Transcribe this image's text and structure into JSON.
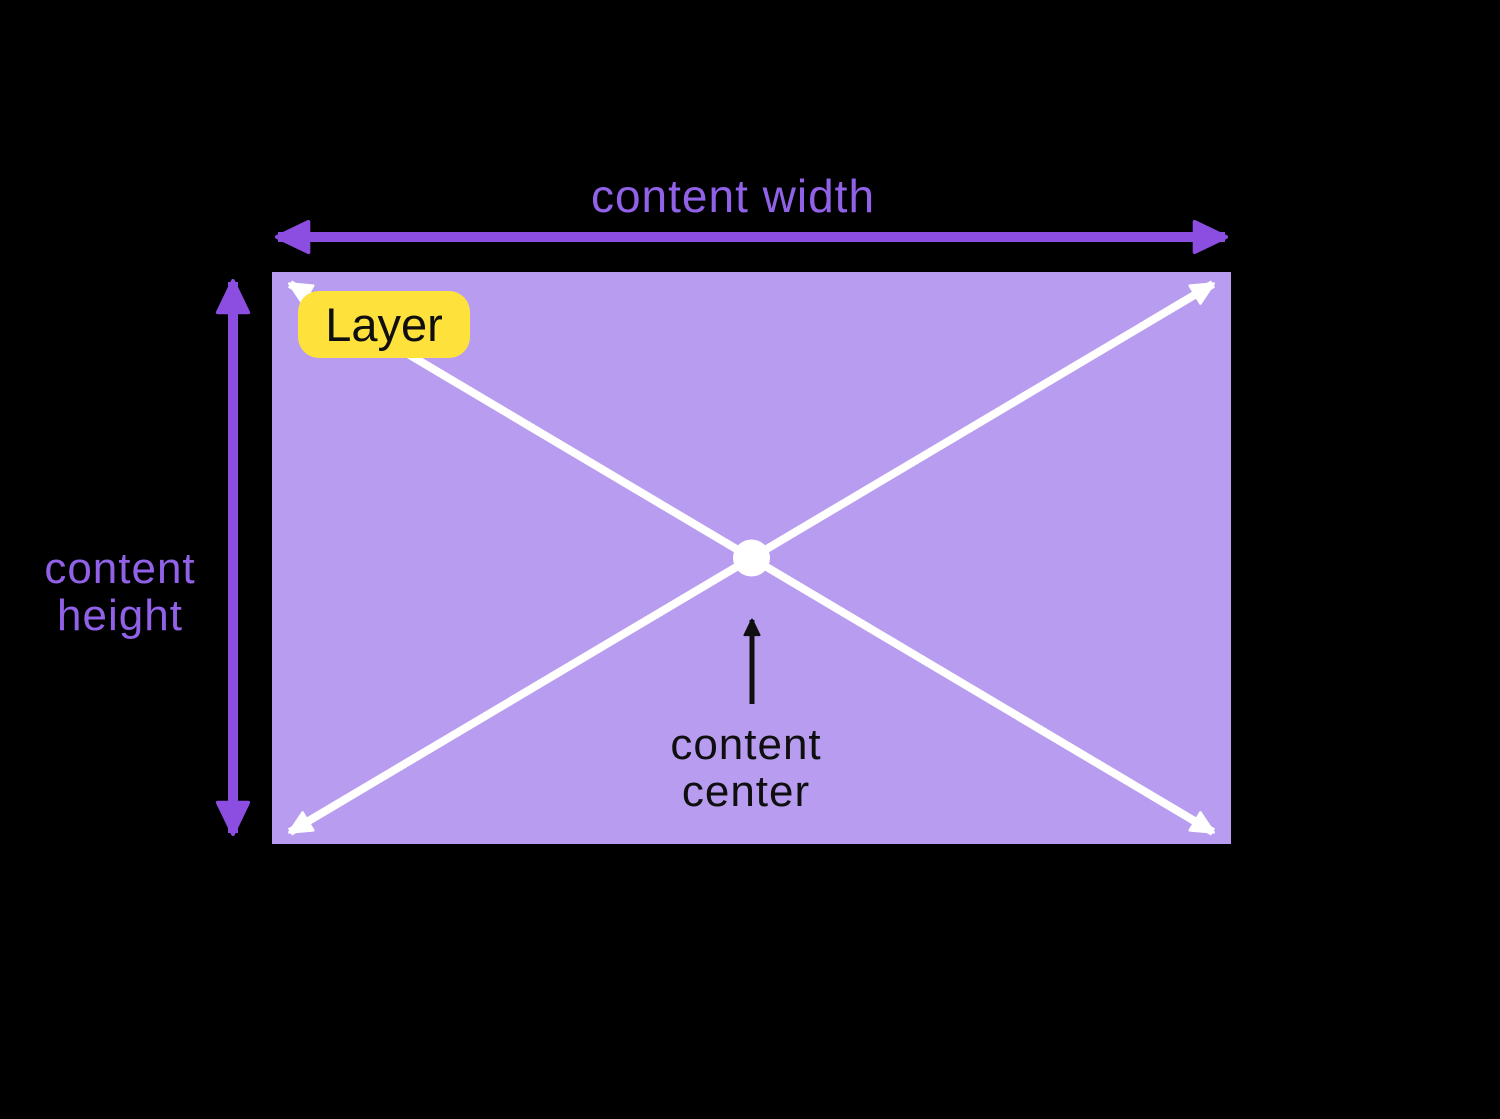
{
  "labels": {
    "width": "content width",
    "height_lines": [
      "content",
      "height"
    ],
    "center_lines": [
      "content",
      "center"
    ],
    "layer_badge": "Layer"
  },
  "colors": {
    "background": "#000000",
    "layer_fill": "#B79CF0",
    "arrow_purple": "#8B4EE1",
    "label_purple": "#9161E8",
    "badge_yellow": "#FFE13C",
    "ink_black": "#0F0F0F",
    "line_white": "#FFFFFF"
  }
}
